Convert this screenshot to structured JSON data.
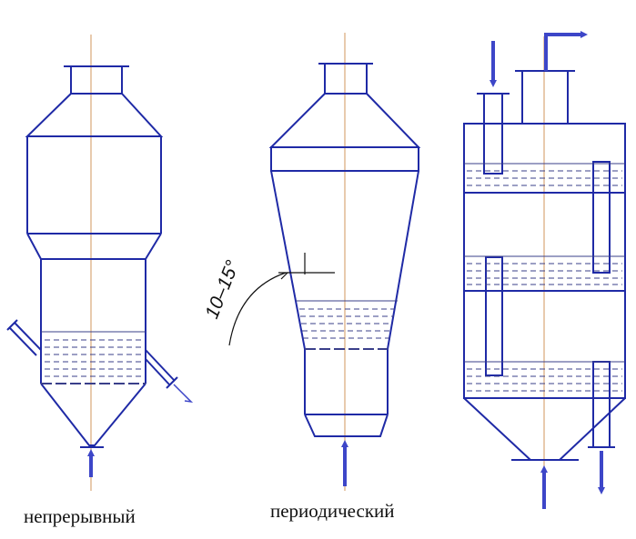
{
  "colors": {
    "outline": "#1f2aa6",
    "arrow": "#3d46c8",
    "axis": "#d9a877",
    "liquid": "#3a3f8a",
    "text": "#111111"
  },
  "labels": {
    "continuous": "непрерывный",
    "periodic": "периодический",
    "angle": "10–15°"
  }
}
